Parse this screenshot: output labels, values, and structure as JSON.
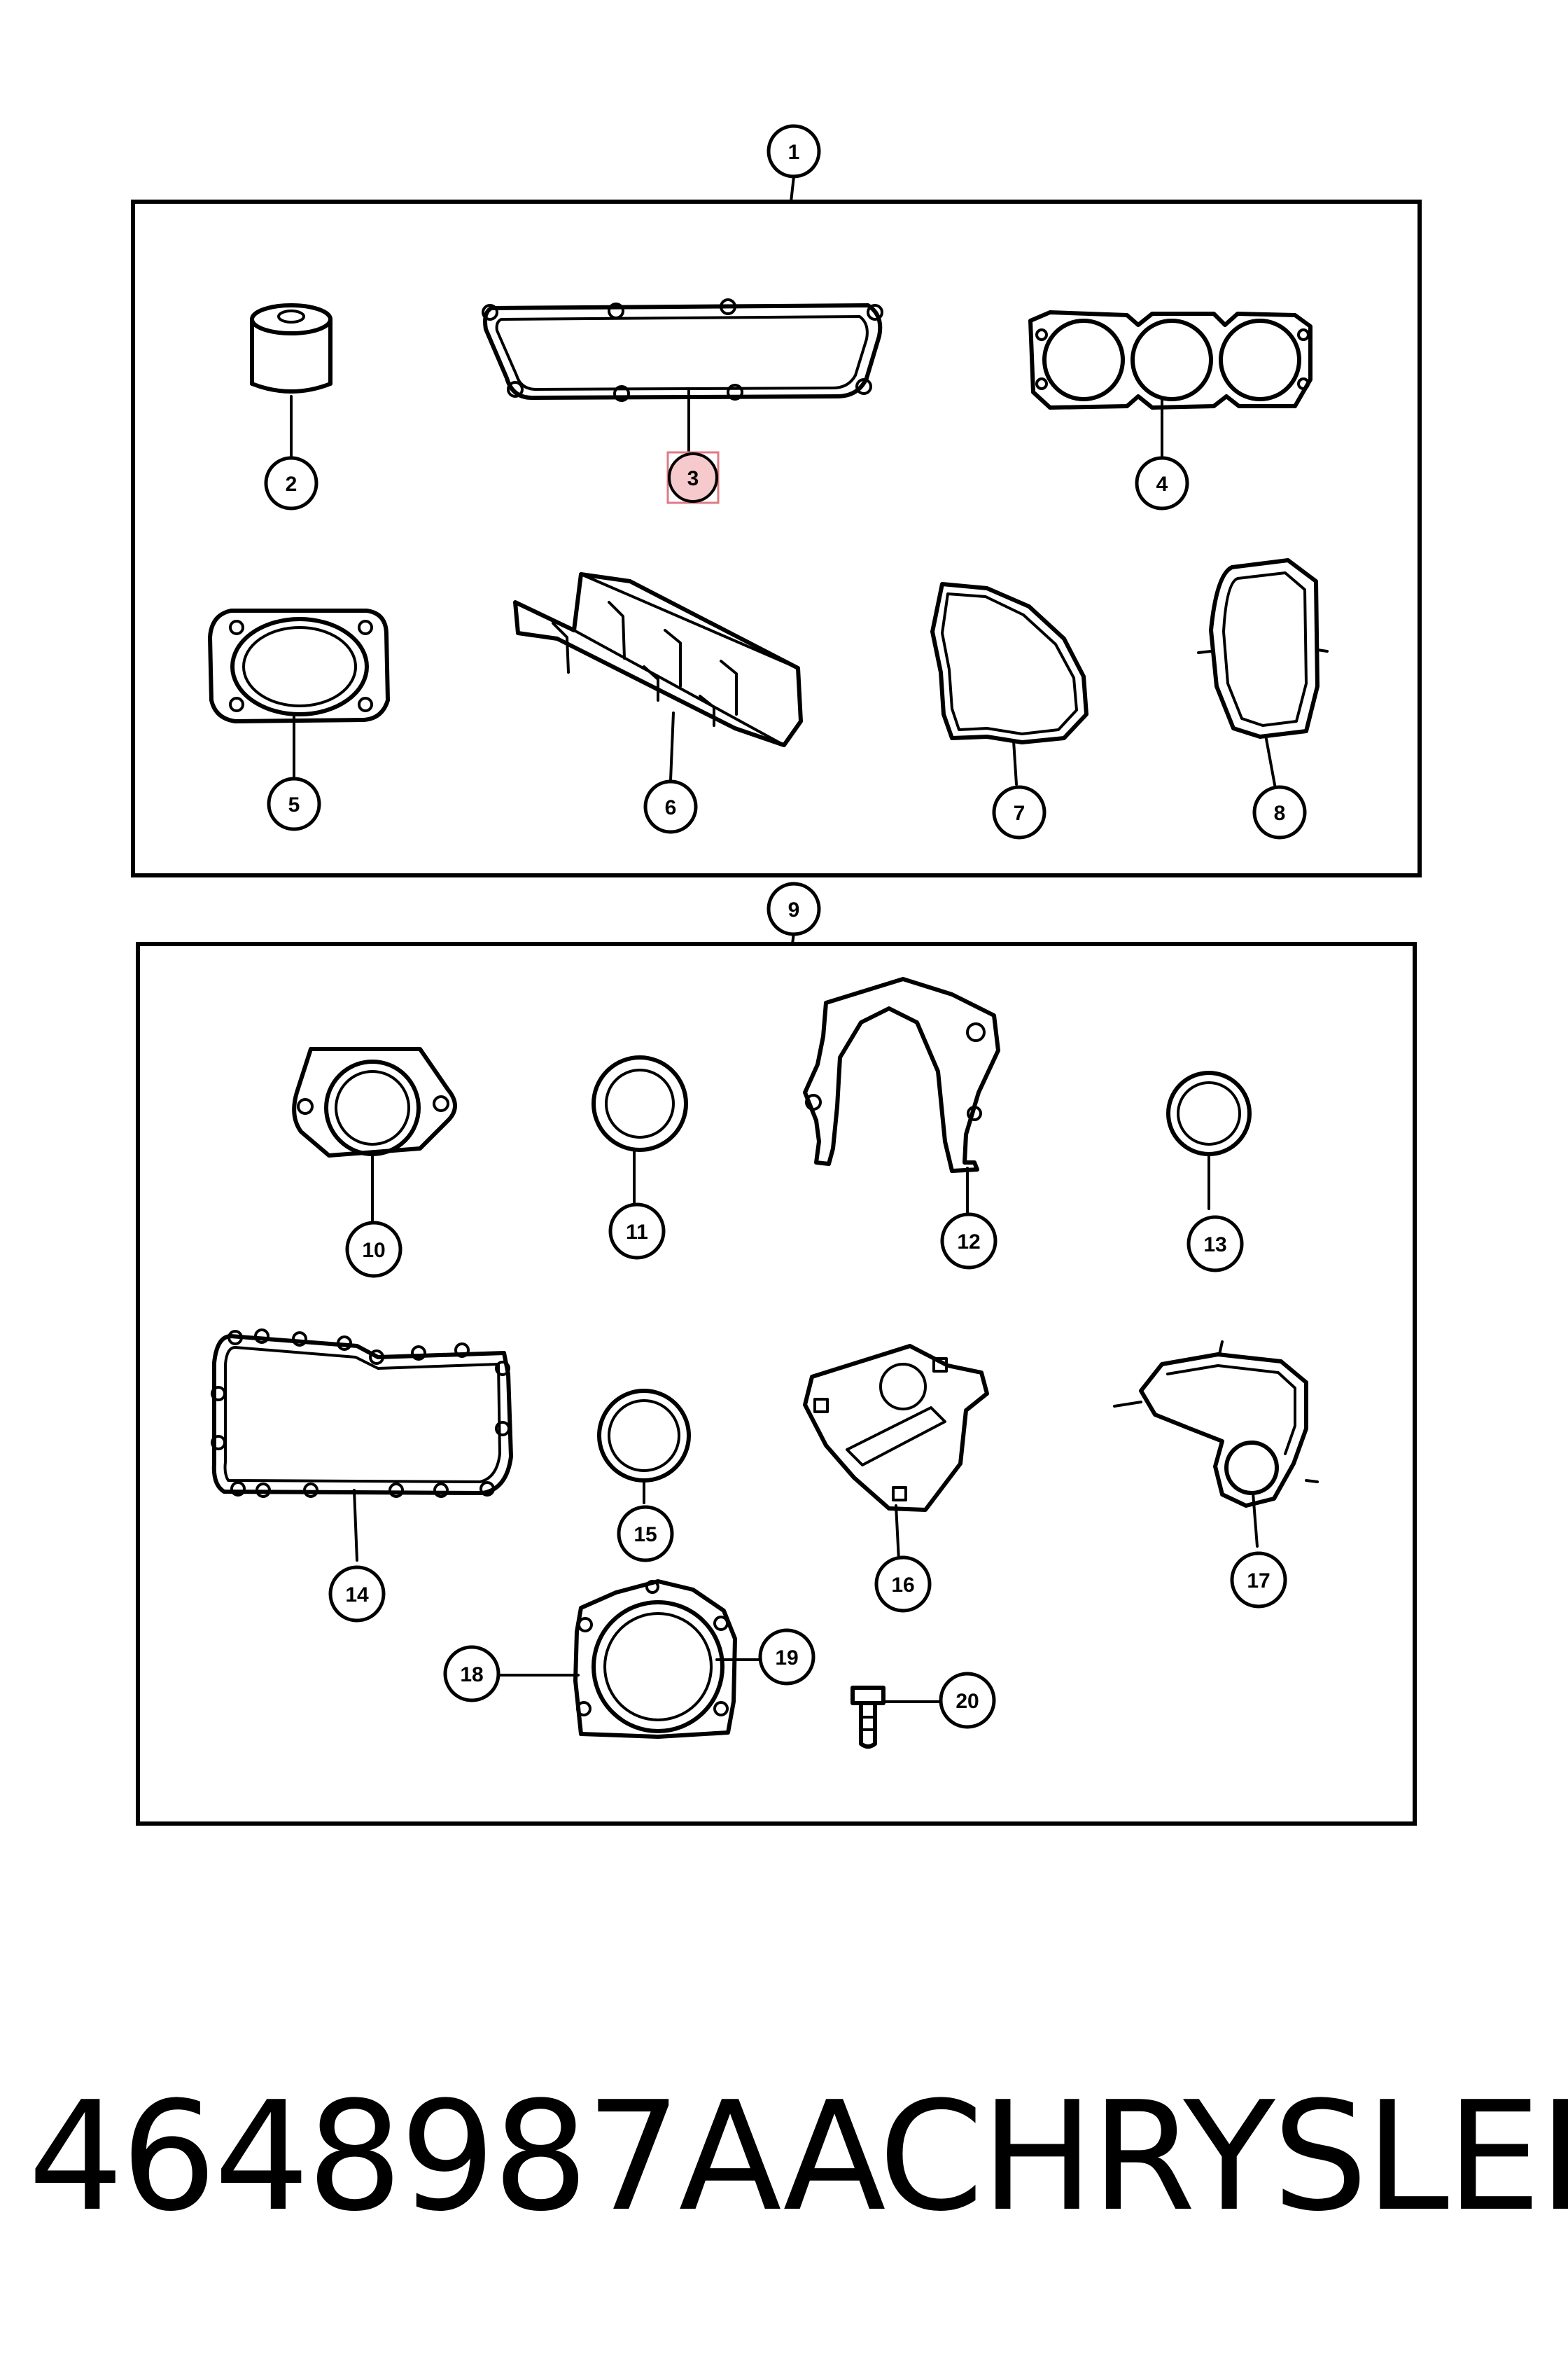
{
  "callouts": {
    "c1": "1",
    "c2": "2",
    "c3": "3",
    "c4": "4",
    "c5": "5",
    "c6": "6",
    "c7": "7",
    "c8": "8",
    "c9": "9",
    "c10": "10",
    "c11": "11",
    "c12": "12",
    "c13": "13",
    "c14": "14",
    "c15": "15",
    "c16": "16",
    "c17": "17",
    "c18": "18",
    "c19": "19",
    "c20": "20"
  },
  "highlighted_callout": "3",
  "colors": {
    "highlight_fill": "#f6c9cd",
    "highlight_stroke": "#e07a84",
    "line": "#000000"
  },
  "footer": {
    "part_number": "4648987AA",
    "brand": "CHRYSLER"
  }
}
